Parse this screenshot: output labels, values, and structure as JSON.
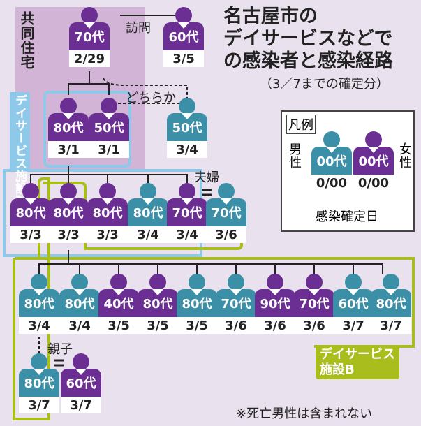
{
  "title_lines": [
    "名古屋市の",
    "デイサービスなどで",
    "の感染者と感染経路"
  ],
  "subtitle": "（3／7までの確定分）",
  "labels": {
    "kyodo": "共同住宅",
    "homon": "訪問",
    "dochiraka": "どちらか",
    "facility_a": "デイサービス施設A",
    "fufu": "夫婦",
    "oyako": "親子",
    "facility_b_line1": "デイサービス",
    "facility_b_line2": "施設B",
    "note": "※死亡男性は含まれない"
  },
  "legend": {
    "title": "凡例",
    "male": "男性",
    "female": "女性",
    "sample_age": "00代",
    "sample_date": "0/00",
    "date_caption": "感染確定日"
  },
  "colors": {
    "male": "#3b8fa6",
    "female": "#6b2f94",
    "facility_a": "#8ec9ea",
    "facility_b": "#a9bd1c",
    "home": "#d2b5d6"
  },
  "people": [
    {
      "id": "p1",
      "gender": "f",
      "age": "70代",
      "date": "2/29"
    },
    {
      "id": "p2",
      "gender": "f",
      "age": "60代",
      "date": "3/5"
    },
    {
      "id": "p3",
      "gender": "f",
      "age": "80代",
      "date": "3/1"
    },
    {
      "id": "p4",
      "gender": "f",
      "age": "50代",
      "date": "3/1"
    },
    {
      "id": "p5",
      "gender": "m",
      "age": "50代",
      "date": "3/4"
    },
    {
      "id": "p6",
      "gender": "f",
      "age": "80代",
      "date": "3/3"
    },
    {
      "id": "p7",
      "gender": "f",
      "age": "80代",
      "date": "3/3"
    },
    {
      "id": "p8",
      "gender": "f",
      "age": "80代",
      "date": "3/3"
    },
    {
      "id": "p9",
      "gender": "m",
      "age": "80代",
      "date": "3/4"
    },
    {
      "id": "p10",
      "gender": "f",
      "age": "70代",
      "date": "3/4"
    },
    {
      "id": "p11",
      "gender": "m",
      "age": "70代",
      "date": "3/6"
    },
    {
      "id": "p12",
      "gender": "m",
      "age": "80代",
      "date": "3/4"
    },
    {
      "id": "p13",
      "gender": "m",
      "age": "80代",
      "date": "3/4"
    },
    {
      "id": "p14",
      "gender": "f",
      "age": "40代",
      "date": "3/5"
    },
    {
      "id": "p15",
      "gender": "f",
      "age": "80代",
      "date": "3/5"
    },
    {
      "id": "p16",
      "gender": "m",
      "age": "80代",
      "date": "3/5"
    },
    {
      "id": "p17",
      "gender": "m",
      "age": "70代",
      "date": "3/6"
    },
    {
      "id": "p18",
      "gender": "f",
      "age": "90代",
      "date": "3/6"
    },
    {
      "id": "p19",
      "gender": "f",
      "age": "70代",
      "date": "3/6"
    },
    {
      "id": "p20",
      "gender": "m",
      "age": "60代",
      "date": "3/7"
    },
    {
      "id": "p21",
      "gender": "m",
      "age": "80代",
      "date": "3/7"
    },
    {
      "id": "p22",
      "gender": "m",
      "age": "80代",
      "date": "3/7"
    },
    {
      "id": "p23",
      "gender": "f",
      "age": "60代",
      "date": "3/7"
    }
  ]
}
